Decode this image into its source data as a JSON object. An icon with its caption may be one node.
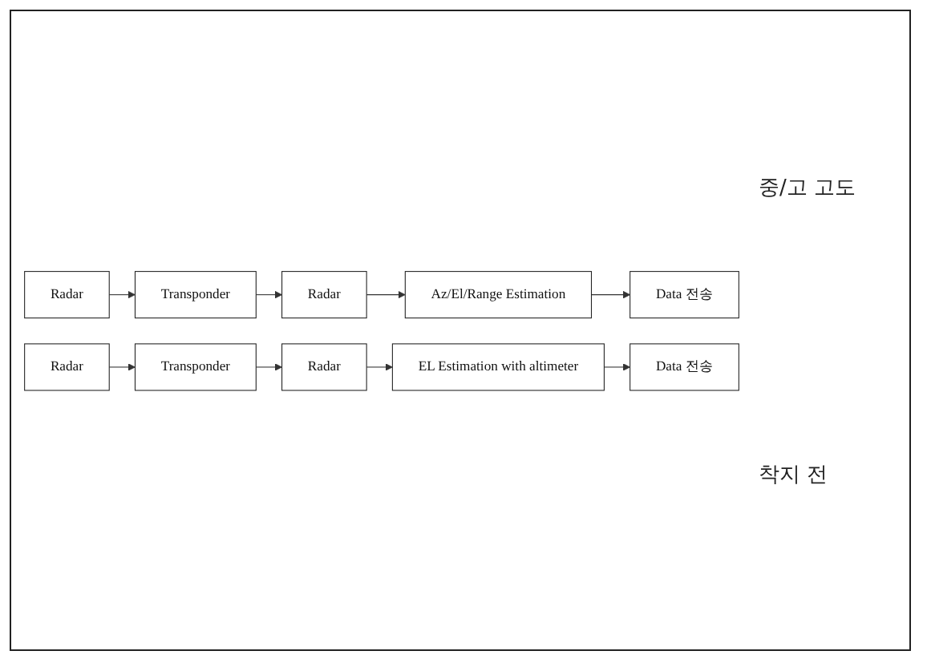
{
  "diagram": {
    "nodes": [
      {
        "text": [
          "Radar"
        ]
      },
      {
        "text": [
          "Transponder"
        ]
      },
      {
        "text": [
          "Radar"
        ]
      },
      {
        "text": [
          "Az/El/Range Estimation"
        ]
      },
      {
        "text": [
          "Data 전송"
        ]
      },
      {
        "text": [
          "Radar"
        ]
      },
      {
        "text": [
          "Transponder"
        ]
      },
      {
        "text": [
          "Radar"
        ]
      },
      {
        "text": [
          "EL Estimation with altimeter"
        ]
      },
      {
        "text": [
          "Data 전송"
        ]
      }
    ],
    "edges": [
      {
        "from": 0,
        "to": 1,
        "arrow": "to"
      },
      {
        "from": 1,
        "to": 2,
        "arrow": "to"
      },
      {
        "from": 2,
        "to": 3,
        "arrow": "to"
      },
      {
        "from": 3,
        "to": 4,
        "arrow": "to"
      },
      {
        "from": 5,
        "to": 6,
        "arrow": "to"
      },
      {
        "from": 6,
        "to": 7,
        "arrow": "to"
      },
      {
        "from": 7,
        "to": 8,
        "arrow": "to"
      },
      {
        "from": 8,
        "to": 9,
        "arrow": "to"
      }
    ],
    "labels": [
      "중/고 고도",
      "착지 전"
    ]
  }
}
